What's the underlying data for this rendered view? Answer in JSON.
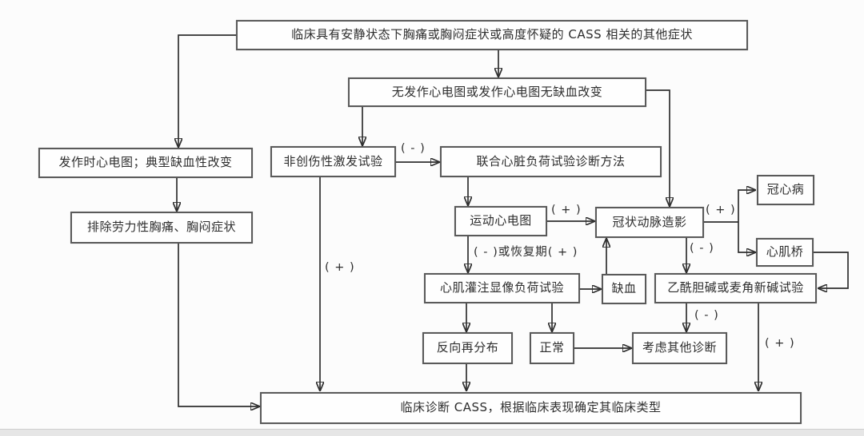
{
  "style": {
    "ink_color": "#2f2f2f",
    "box_border_color": "#5a5a5a",
    "background_color": "#fcfcfc",
    "bottom_strip_color": "#e6e6e6"
  },
  "flowchart": {
    "nodes": {
      "start": {
        "label": "临床具有安静状态下胸痛或胸闷症状或高度怀疑的 CASS 相关的其他症状"
      },
      "no_attack_ecg": {
        "label": "无发作心电图或发作心电图无缺血改变"
      },
      "attack_ecg": {
        "label": "发作时心电图；典型缺血性改变"
      },
      "exclude_exertional": {
        "label": "排除劳力性胸痛、胸闷症状"
      },
      "noninvasive_test": {
        "label": "非创伤性激发试验"
      },
      "combined_stress": {
        "label": "联合心脏负荷试验诊断方法"
      },
      "exercise_ecg": {
        "label": "运动心电图"
      },
      "angiography": {
        "label": "冠状动脉造影"
      },
      "chd": {
        "label": "冠心病"
      },
      "myocardial_bridge": {
        "label": "心肌桥"
      },
      "perfusion_imaging": {
        "label": "心肌灌注显像负荷试验"
      },
      "ischemia": {
        "label": "缺血"
      },
      "ach_ergonovine_test": {
        "label": "乙酰胆碱或麦角新碱试验"
      },
      "reverse_redistribution": {
        "label": "反向再分布"
      },
      "normal": {
        "label": "正常"
      },
      "consider_other": {
        "label": "考虑其他诊断"
      },
      "final_diagnosis": {
        "label": "临床诊断 CASS，根据临床表现确定其临床类型"
      }
    },
    "edge_labels": {
      "noninvasive_to_combined_neg": "( - )",
      "noninvasive_down_pos": "( + )",
      "exercise_to_angio_pos": "( + )",
      "exercise_down_neg_recovery": "( - )或恢复期( + )",
      "angio_branch_pos": "( + )",
      "angio_down_neg": "( - )",
      "ach_down_neg": "( - )",
      "ach_down_pos": "( + )"
    }
  }
}
